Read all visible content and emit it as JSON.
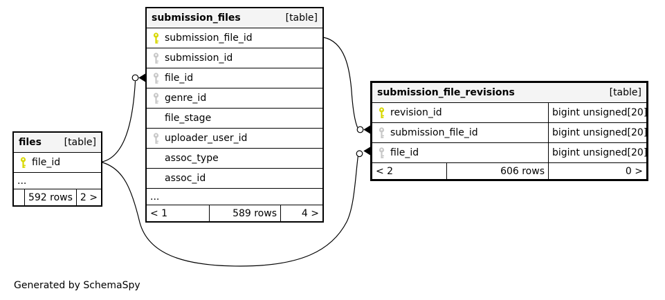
{
  "diagram": {
    "generator_note": "Generated by SchemaSpy"
  },
  "labels": {
    "ellipsis": "..."
  },
  "colors": {
    "primary_key": "#d8d800",
    "foreign_key": "#c8c8c8",
    "header_bg": "#f4f4f4",
    "line": "#000000"
  },
  "tables": [
    {
      "name": "files",
      "type_label": "[table]",
      "columns": [
        {
          "name": "file_id",
          "key": "primary"
        }
      ],
      "ellipsis": true,
      "footer": {
        "left": "",
        "center": "592 rows",
        "right": "2 >"
      }
    },
    {
      "name": "submission_files",
      "type_label": "[table]",
      "columns": [
        {
          "name": "submission_file_id",
          "key": "primary"
        },
        {
          "name": "submission_id",
          "key": "foreign"
        },
        {
          "name": "file_id",
          "key": "foreign"
        },
        {
          "name": "genre_id",
          "key": "foreign"
        },
        {
          "name": "file_stage",
          "key": null
        },
        {
          "name": "uploader_user_id",
          "key": "foreign"
        },
        {
          "name": "assoc_type",
          "key": null
        },
        {
          "name": "assoc_id",
          "key": null
        }
      ],
      "ellipsis": true,
      "footer": {
        "left": "< 1",
        "center": "589 rows",
        "right": "4 >"
      }
    },
    {
      "name": "submission_file_revisions",
      "type_label": "[table]",
      "columns": [
        {
          "name": "revision_id",
          "key": "primary",
          "type": "bigint unsigned[20]"
        },
        {
          "name": "submission_file_id",
          "key": "foreign",
          "type": "bigint unsigned[20]"
        },
        {
          "name": "file_id",
          "key": "foreign",
          "type": "bigint unsigned[20]"
        }
      ],
      "ellipsis": false,
      "footer": {
        "left": "< 2",
        "center": "606 rows",
        "right": "0 >"
      }
    }
  ]
}
